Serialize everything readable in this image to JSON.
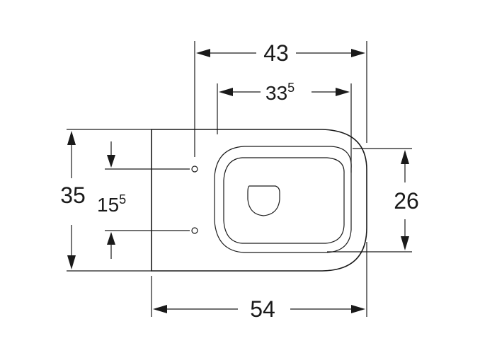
{
  "dimensions": {
    "top_width": {
      "main": "43",
      "sup": ""
    },
    "opening_width": {
      "main": "33",
      "sup": "5"
    },
    "depth_left": {
      "main": "35",
      "sup": ""
    },
    "bolt_spacing": {
      "main": "15",
      "sup": "5"
    },
    "bowl_depth": {
      "main": "26",
      "sup": ""
    },
    "overall_length": {
      "main": "54",
      "sup": ""
    }
  }
}
